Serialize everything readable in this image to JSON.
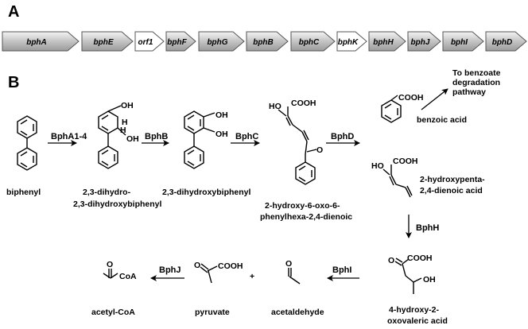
{
  "panels": {
    "a": "A",
    "b": "B"
  },
  "genes": [
    "bphA",
    "bphE",
    "orf1",
    "bphF",
    "bphG",
    "bphB",
    "bphC",
    "bphK",
    "bphH",
    "bphJ",
    "bphI",
    "bphD"
  ],
  "compounds": {
    "biphenyl": "biphenyl",
    "dihydrodiol_1": "2,3-dihydro-",
    "dihydrodiol_2": "2,3-dihydroxybiphenyl",
    "dhb": "2,3-dihydroxybiphenyl",
    "hopda_1": "2-hydroxy-6-oxo-6-",
    "hopda_2": "phenylhexa-2,4-dienoic",
    "benzoic": "benzoic acid",
    "hpd_1": "2-hydroxypenta-",
    "hpd_2": "2,4-dienoic acid",
    "hov_1": "4-hydroxy-2-",
    "hov_2": "oxovaleric acid",
    "acetaldehyde": "acetaldehyde",
    "pyruvate": "pyruvate",
    "acetylcoa": "acetyl-CoA"
  },
  "enzymes": {
    "bphA": "BphA1-4",
    "bphB": "BphB",
    "bphC": "BphC",
    "bphD": "BphD",
    "bphH": "BphH",
    "bphI": "BphI",
    "bphJ": "BphJ"
  },
  "benzoate_note": [
    "To benzoate",
    "degradation",
    "pathway"
  ],
  "atoms": {
    "oh": "OH",
    "h": "H",
    "ho": "HO",
    "cooh": "COOH",
    "o": "O",
    "coa": "CoA",
    "plus": "+"
  }
}
